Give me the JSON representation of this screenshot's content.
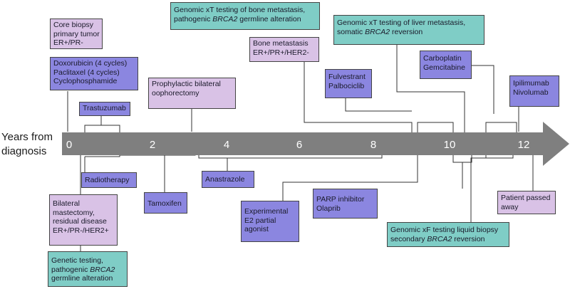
{
  "axis": {
    "label_line1": "Years from",
    "label_line2": "diagnosis",
    "ticks": [
      "0",
      "2",
      "4",
      "6",
      "8",
      "10",
      "12"
    ],
    "arrow_color": "#7f7f7f"
  },
  "colors": {
    "diagnosis_box": "#d9c2e6",
    "treatment_box": "#8b86e0",
    "genomic_box": "#7fcdc6"
  },
  "events": {
    "core_biopsy": [
      "Core biopsy",
      "primary tumor",
      "ER+/PR-"
    ],
    "chemo": [
      "Doxorubicin (4 cycles)",
      "Paclitaxel (4 cycles)",
      "Cyclophosphamide"
    ],
    "trastuzumab": [
      "Trastuzumab"
    ],
    "radiotherapy": [
      "Radiotherapy"
    ],
    "mastectomy": [
      "Bilateral",
      "mastectomy,",
      "residual disease",
      "ER+/PR-/HER2+"
    ],
    "genetic_testing": {
      "line1": "Genetic testing,",
      "line2_pre": "pathogenic ",
      "line2_em": "BRCA2",
      "line3": "germline alteration"
    },
    "tamoxifen": [
      "Tamoxifen"
    ],
    "oophorectomy": [
      "Prophylactic bilateral",
      "oophorectomy"
    ],
    "bone_genomic": {
      "line1": "Genomic xT testing of bone metastasis,",
      "line2_pre": "pathogenic ",
      "line2_em": "BRCA2",
      "line2_post": " germline alteration"
    },
    "anastrazole": [
      "Anastrazole"
    ],
    "bone_metastasis": [
      "Bone metastasis",
      "ER+/PR+/HER2-"
    ],
    "fulvestrant": [
      "Fulvestrant",
      "Palbociclib"
    ],
    "e2_agonist": [
      "Experimental",
      "E2 partial",
      "agonist"
    ],
    "liver_genomic": {
      "line1": "Genomic xT testing of liver metastasis,",
      "line2_pre": "somatic ",
      "line2_em": "BRCA2",
      "line2_post": " reversion"
    },
    "parp": [
      "PARP inhibitor",
      "Olaprib"
    ],
    "carboplatin": [
      "Carboplatin",
      "Gemcitabine"
    ],
    "liquid_biopsy": {
      "line1": "Genomic xF testing liquid biopsy",
      "line2_pre": "secondary ",
      "line2_em": "BRCA2",
      "line2_post": " reversion"
    },
    "ipilimumab": [
      "Ipilimumab",
      "Nivolumab"
    ],
    "passed_away": [
      "Patient passed",
      "away"
    ]
  }
}
